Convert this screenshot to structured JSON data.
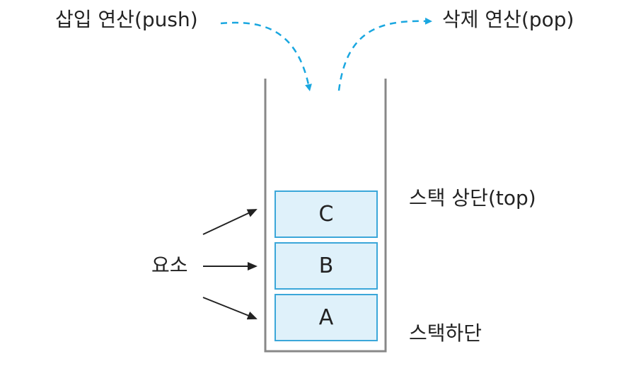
{
  "labels": {
    "push": "삽입 연산(push)",
    "pop": "삭제 연산(pop)",
    "top": "스택 상단(top)",
    "bottom": "스택하단",
    "element": "요소"
  },
  "stack": {
    "elements": [
      "C",
      "B",
      "A"
    ]
  },
  "colors": {
    "accent_arrow": "#1aa7e0",
    "cell_fill": "#dff1fa",
    "cell_border": "#3ba7d9",
    "container": "#888888",
    "text": "#222222"
  }
}
